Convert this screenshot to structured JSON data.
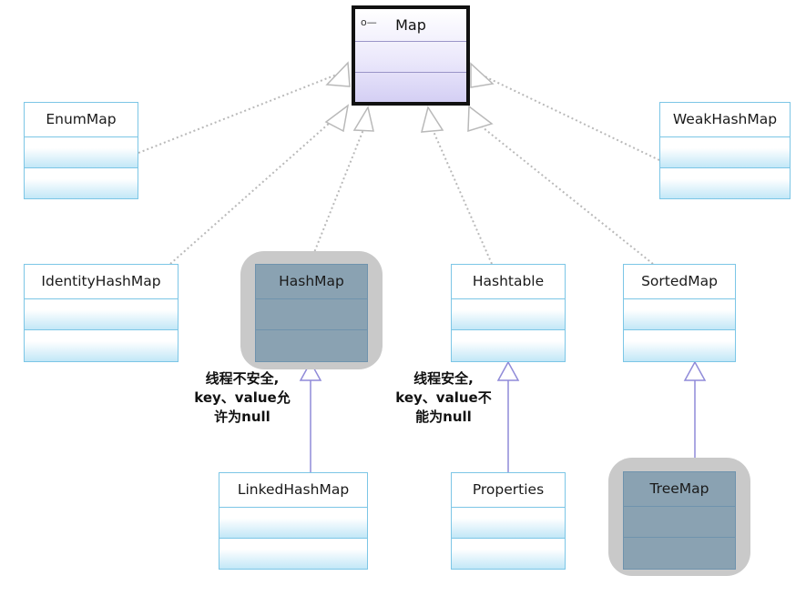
{
  "interface": {
    "name": "Map",
    "icon": "interface-lollipop-icon",
    "glyph": "o—"
  },
  "classes": {
    "enum_map": "EnumMap",
    "weak_hash_map": "WeakHashMap",
    "identity_hash_map": "IdentityHashMap",
    "hash_map": "HashMap",
    "hashtable": "Hashtable",
    "sorted_map": "SortedMap",
    "linked_hash_map": "LinkedHashMap",
    "properties": "Properties",
    "tree_map": "TreeMap"
  },
  "notes": {
    "hash_map": [
      "线程不安全,",
      "key、value允",
      "许为null"
    ],
    "hashtable": [
      "线程安全,",
      "key、value不",
      "能为null"
    ]
  },
  "colors": {
    "box_border": "#7cc6e6",
    "box_fill": "#c6e9f8",
    "highlight_fill": "#8aa2b2",
    "interface_fill": "#d4cff4",
    "dotted_edge": "#b9b9b9",
    "solid_edge": "#8f8ad8"
  }
}
